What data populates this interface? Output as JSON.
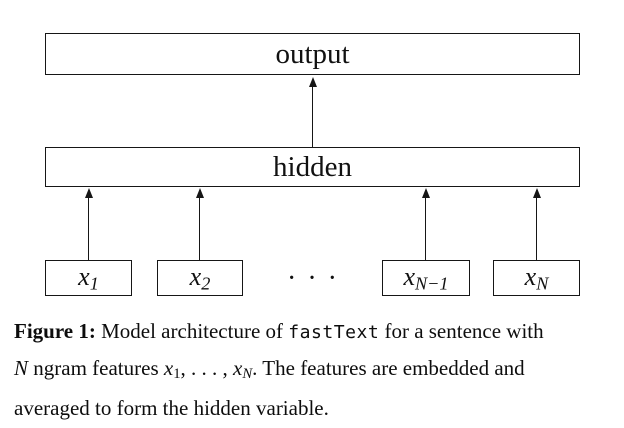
{
  "figure": {
    "diagram": {
      "output_label": "output",
      "hidden_label": "hidden",
      "ellipsis": "· · ·",
      "inputs": [
        {
          "base": "x",
          "sub": "1"
        },
        {
          "base": "x",
          "sub": "2"
        },
        {
          "base": "x",
          "sub": "N−1"
        },
        {
          "base": "x",
          "sub": "N"
        }
      ]
    },
    "caption": {
      "tag": "Figure 1:",
      "seg_architecture": " Model architecture of ",
      "code": "fastText",
      "seg_sentence": " for a sentence with",
      "math_N": "N",
      "seg_ngram": " ngram features ",
      "math_x1": "x",
      "sub_1": "1",
      "seg_dots": ", . . . , ",
      "math_xN": "x",
      "sub_N": "N",
      "seg_embedded": ". The features are embedded and",
      "line3": "averaged to form the hidden variable."
    },
    "colors": {
      "ink": "#111111",
      "background": "#ffffff"
    }
  }
}
